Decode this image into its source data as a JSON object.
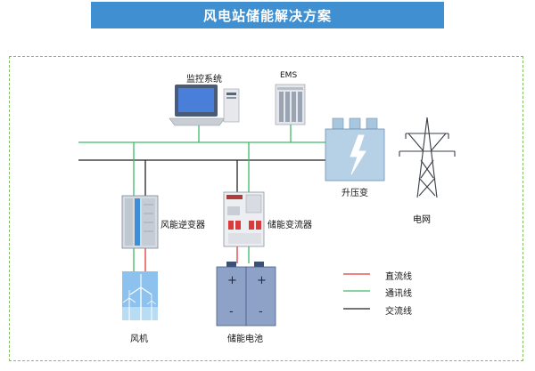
{
  "title": "风电站储能解决方案",
  "labels": {
    "monitoring_system": "监控系统",
    "ems": "EMS",
    "transformer": "升压变",
    "grid": "电网",
    "wind_inverter": "风能逆变器",
    "storage_converter": "储能变流器",
    "wind_turbine": "风机",
    "battery": "储能电池",
    "battery_plus_1": "+",
    "battery_plus_2": "+",
    "battery_minus_1": "-",
    "battery_minus_2": "-"
  },
  "legend": [
    {
      "label": "直流线",
      "color": "#e03a3a"
    },
    {
      "label": "通讯线",
      "color": "#3dbb6a"
    },
    {
      "label": "交流线",
      "color": "#222222"
    }
  ],
  "colors": {
    "title_bg": "#3f8fd1",
    "frame_border": "#7fbf5f",
    "dc_line": "#e03a3a",
    "comm_line": "#3dbb6a",
    "ac_line": "#222222"
  }
}
